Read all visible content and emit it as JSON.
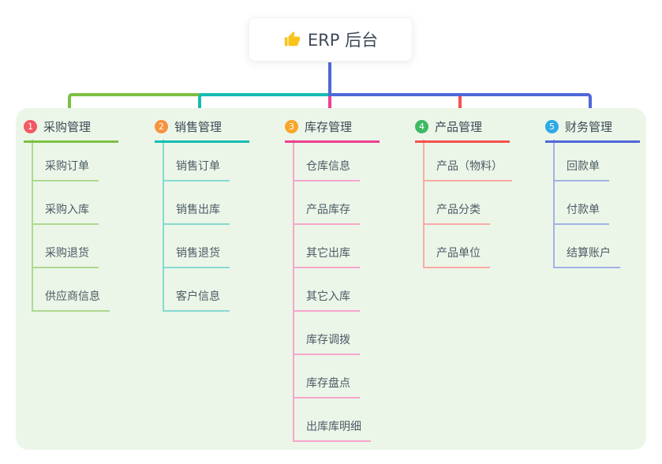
{
  "root": {
    "icon": "thumbs-up",
    "title": "ERP 后台"
  },
  "colors": {
    "stem": "#4e68d8",
    "panel_bg": "#ebf6e8",
    "header_text": "#3d4a56",
    "child_text": "#4e5a66",
    "thumb_icon": "#f8c31c"
  },
  "branches": [
    {
      "index": "1",
      "label": "采购管理",
      "badge_color": "#f35964",
      "line_color": "#7cc042",
      "child_line_color": "#aed88f",
      "children": [
        "采购订单",
        "采购入库",
        "采购退货",
        "供应商信息"
      ]
    },
    {
      "index": "2",
      "label": "销售管理",
      "badge_color": "#f9923e",
      "line_color": "#16bcb0",
      "child_line_color": "#86dad1",
      "children": [
        "销售订单",
        "销售出库",
        "销售退货",
        "客户信息"
      ]
    },
    {
      "index": "3",
      "label": "库存管理",
      "badge_color": "#f8a62a",
      "line_color": "#ec3f92",
      "child_line_color": "#f6a6cc",
      "children": [
        "仓库信息",
        "产品库存",
        "其它出库",
        "其它入库",
        "库存调拨",
        "库存盘点",
        "出库库明细"
      ]
    },
    {
      "index": "4",
      "label": "产品管理",
      "badge_color": "#3dba64",
      "line_color": "#f6514d",
      "child_line_color": "#fbaaa5",
      "children": [
        "产品（物料）",
        "产品分类",
        "产品单位"
      ]
    },
    {
      "index": "5",
      "label": "财务管理",
      "badge_color": "#2ea9e6",
      "line_color": "#4e68d8",
      "child_line_color": "#a2b2e6",
      "children": [
        "回款单",
        "付款单",
        "结算账户"
      ]
    }
  ]
}
